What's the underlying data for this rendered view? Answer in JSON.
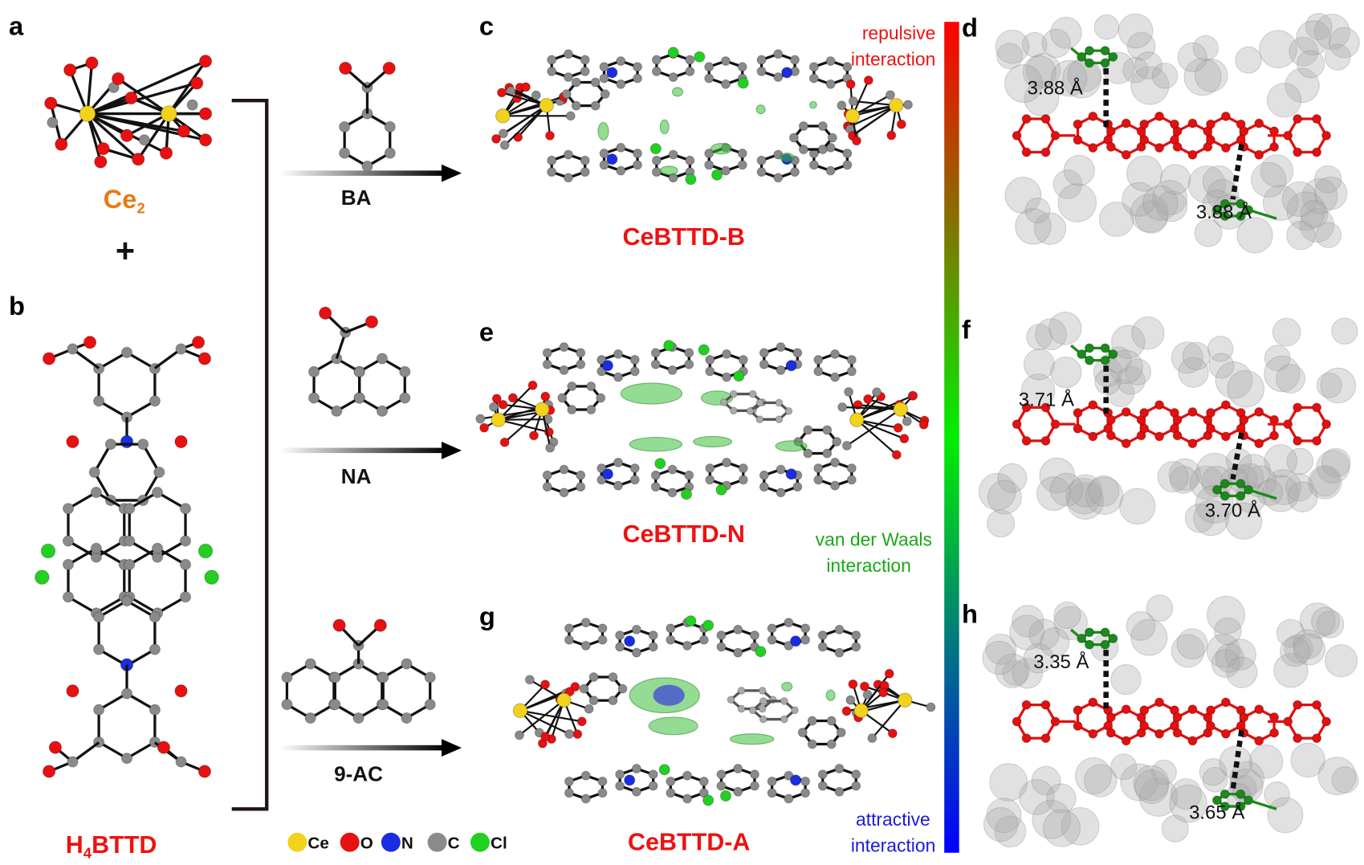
{
  "panels": {
    "a": {
      "label": "a",
      "name": "Ce",
      "name_sub": "2",
      "plus": "+"
    },
    "b": {
      "label": "b",
      "name_pre": "H",
      "name_sub": "4",
      "name_post": "BTTD"
    },
    "c": {
      "label": "c",
      "name": "CeBTTD-B"
    },
    "d": {
      "label": "d",
      "distances": [
        "3.88 Å",
        "3.88 Å"
      ]
    },
    "e": {
      "label": "e",
      "name": "CeBTTD-N"
    },
    "f": {
      "label": "f",
      "distances": [
        "3.71 Å",
        "3.70 Å"
      ]
    },
    "g": {
      "label": "g",
      "name": "CeBTTD-A"
    },
    "h": {
      "label": "h",
      "distances": [
        "3.35 Å",
        "3.65 Å"
      ]
    }
  },
  "arrows": [
    "BA",
    "NA",
    "9-AC"
  ],
  "legend": [
    {
      "symbol": "Ce",
      "color": "#f2d21b"
    },
    {
      "symbol": "O",
      "color": "#e81010"
    },
    {
      "symbol": "N",
      "color": "#1a2de0"
    },
    {
      "symbol": "C",
      "color": "#8a8a8a"
    },
    {
      "symbol": "Cl",
      "color": "#22d022"
    }
  ],
  "colorbar": {
    "top_label_1": "repulsive",
    "top_label_2": "interaction",
    "mid_label_1": "van der Waals",
    "mid_label_2": "interaction",
    "bottom_label_1": "attractive",
    "bottom_label_2": "interaction",
    "colors": [
      "#ff0000",
      "#00ee00",
      "#0000ff"
    ]
  },
  "colors": {
    "title_red": "#ee1111",
    "ce2_orange": "#e87a12"
  }
}
